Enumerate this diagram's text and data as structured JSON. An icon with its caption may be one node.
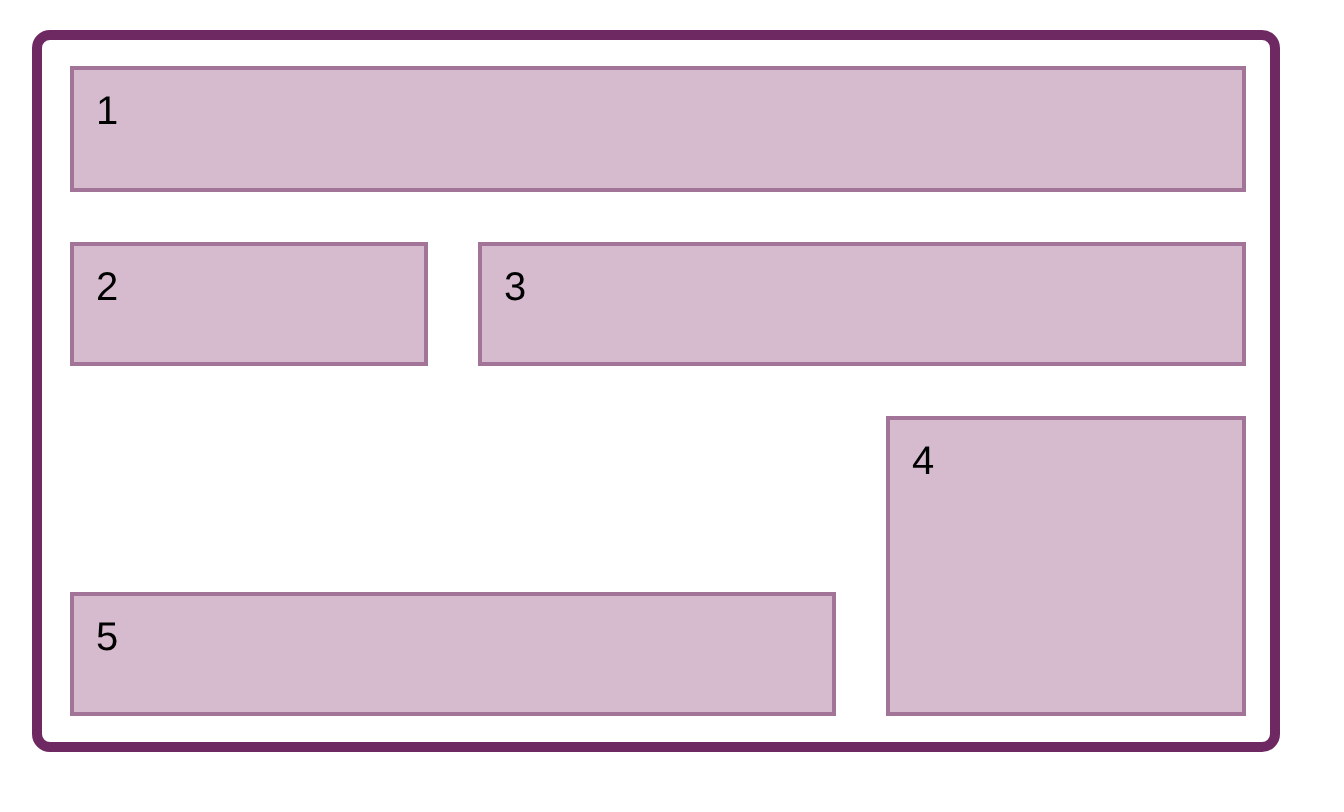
{
  "diagram": {
    "nodes": [
      {
        "text": [],
        "shape": "box"
      },
      {
        "text": [
          "1"
        ],
        "in": 0
      },
      {
        "text": [
          "2"
        ],
        "in": 0
      },
      {
        "text": [
          "3"
        ],
        "in": 0
      },
      {
        "text": [
          "4"
        ],
        "in": 0
      },
      {
        "text": [
          "5"
        ],
        "in": 0
      }
    ]
  }
}
